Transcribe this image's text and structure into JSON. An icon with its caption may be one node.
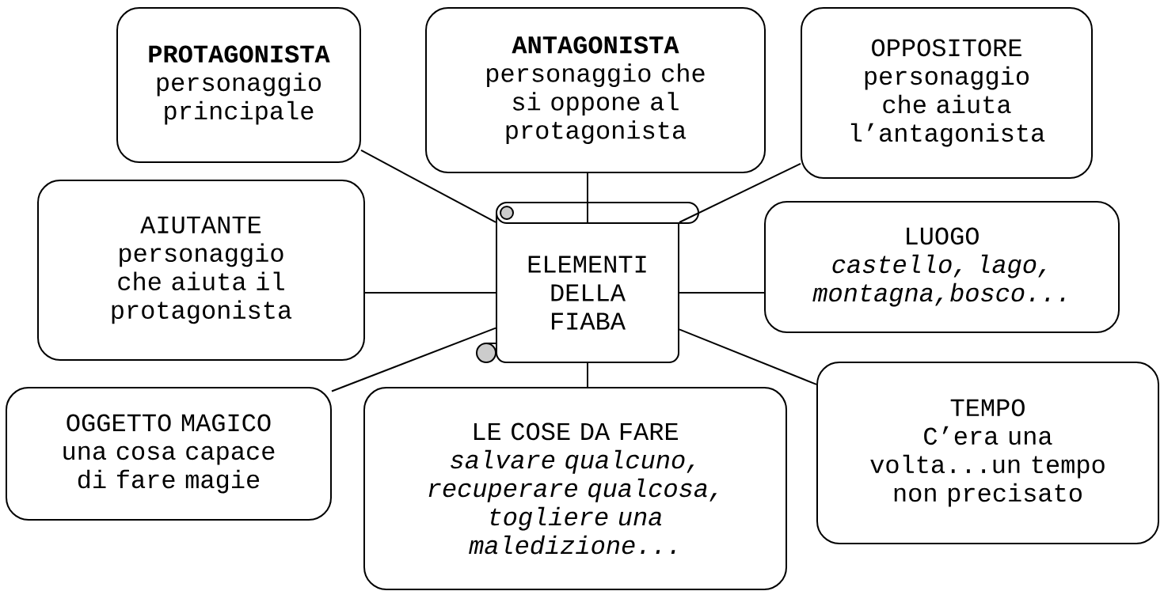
{
  "diagram": {
    "nodes": [
      {
        "text": [
          "**PROTAGONISTA**",
          "personaggio principale"
        ]
      },
      {
        "text": [
          "**ANTAGONISTA**",
          "personaggio che si oppone al protagonista"
        ]
      },
      {
        "text": [
          "OPPOSITORE",
          "personaggio che aiuta l’antagonista"
        ]
      },
      {
        "text": [
          "AIUTANTE",
          "personaggio che aiuta il protagonista"
        ]
      },
      {
        "text": [
          "ELEMENTI DELLA FIABA"
        ]
      },
      {
        "text": [
          "LUOGO",
          "*castello, lago, montagna,bosco...*"
        ]
      },
      {
        "text": [
          "OGGETTO MAGICO",
          "una cosa capace di fare magie"
        ]
      },
      {
        "text": [
          "LE COSE DA FARE",
          "*salvare qualcuno, recuperare qualcosa, togliere una maledizione...*"
        ]
      },
      {
        "text": [
          "TEMPO",
          "C’era una volta...un tempo non precisato"
        ]
      }
    ],
    "edges": [
      {
        "from": 4,
        "to": 0,
        "arrow": "none"
      },
      {
        "from": 4,
        "to": 1,
        "arrow": "none"
      },
      {
        "from": 4,
        "to": 2,
        "arrow": "none"
      },
      {
        "from": 4,
        "to": 3,
        "arrow": "none"
      },
      {
        "from": 4,
        "to": 5,
        "arrow": "none"
      },
      {
        "from": 4,
        "to": 6,
        "arrow": "none"
      },
      {
        "from": 4,
        "to": 7,
        "arrow": "none"
      },
      {
        "from": 4,
        "to": 8,
        "arrow": "none"
      }
    ]
  }
}
